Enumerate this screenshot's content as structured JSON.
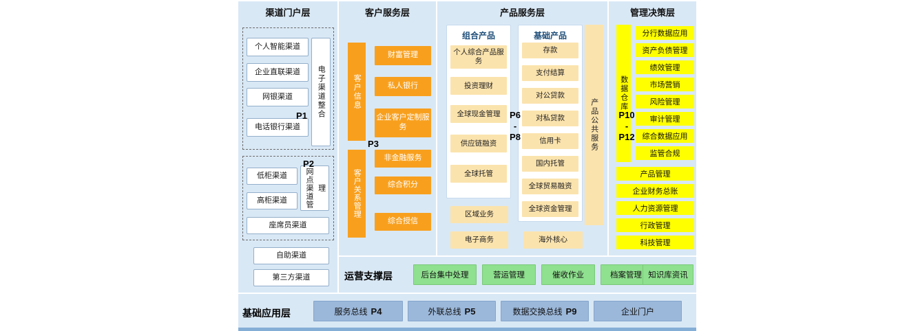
{
  "layers": {
    "channel": {
      "title": "渠道门户层",
      "p1": {
        "label": "P1",
        "boxes": [
          "个人智能渠道",
          "企业直联渠道",
          "网银渠道",
          "电话银行渠道"
        ],
        "vertical": "电子渠道整合"
      },
      "p2": {
        "label": "P2",
        "boxes": [
          "低柜渠道",
          "高柜渠道"
        ],
        "vertical": "网点渠道管理",
        "wide": "座席员渠道"
      },
      "bottom": [
        "自助渠道",
        "第三方渠道"
      ]
    },
    "customer": {
      "title": "客户服务层",
      "bar1": "客户信息",
      "group1": [
        "财富管理",
        "私人银行",
        "企业客户定制服务"
      ],
      "p3": "P3",
      "bar2": "客户关系管理",
      "group2": [
        "非金融服务",
        "综合积分",
        "综合授信"
      ]
    },
    "product": {
      "title": "产品服务层",
      "combo": {
        "title": "组合产品",
        "boxes": [
          "个人综合产品服务",
          "投资理财",
          "全球现金管理",
          "供应链融资",
          "全球托管"
        ]
      },
      "p68": [
        "P6",
        "-",
        "P8"
      ],
      "basic": {
        "title": "基础产品",
        "boxes": [
          "存款",
          "支付结算",
          "对公贷款",
          "对私贷款",
          "信用卡",
          "国内托管",
          "全球贸易融资",
          "全球资金管理"
        ]
      },
      "public_bar": "产品公共服务",
      "left_extra": [
        "区域业务",
        "电子商务"
      ],
      "overseas": "海外核心"
    },
    "management": {
      "title": "管理决策层",
      "warehouse": "数据仓库",
      "p1012": [
        "P10",
        "-",
        "P12"
      ],
      "data_apps": [
        "分行数据应用",
        "资产负债管理",
        "绩效管理",
        "市场营销",
        "风险管理",
        "审计管理",
        "综合数据应用",
        "监管合规"
      ],
      "full": [
        "产品管理",
        "企业财务总账",
        "人力资源管理",
        "行政管理",
        "科技管理"
      ]
    },
    "operation": {
      "title": "运营支撑层",
      "boxes": [
        "后台集中处理",
        "营运管理",
        "催收作业",
        "档案管理",
        "知识库资讯"
      ]
    },
    "base": {
      "title": "基础应用层",
      "boxes": [
        {
          "label": "服务总线",
          "p": "P4"
        },
        {
          "label": "外联总线",
          "p": "P5"
        },
        {
          "label": "数据交换总线",
          "p": "P9"
        },
        {
          "label": "企业门户",
          "p": ""
        }
      ]
    }
  },
  "colors": {
    "panel_bg": "#d9e8f5",
    "orange": "#f8a01e",
    "cream": "#fbe3ad",
    "yellow": "#ffff00",
    "green": "#8fe08f",
    "blue_box": "#9bb7d9"
  }
}
